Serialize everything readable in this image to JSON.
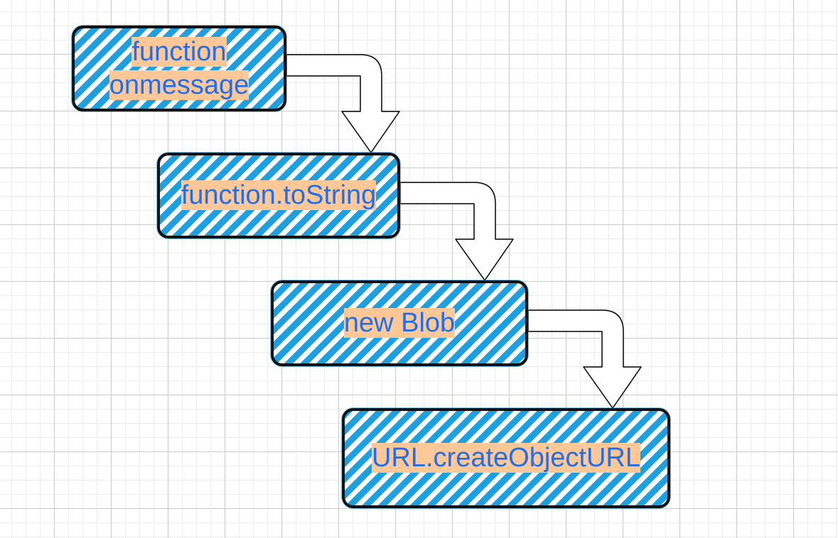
{
  "diagram": {
    "nodes": [
      {
        "id": "onmessage",
        "lines": [
          "function",
          "onmessage"
        ]
      },
      {
        "id": "tostring",
        "lines": [
          "function.toString"
        ]
      },
      {
        "id": "blob",
        "lines": [
          "new Blob"
        ]
      },
      {
        "id": "createobjecturl",
        "lines": [
          "URL.createObjectURL"
        ]
      }
    ],
    "edges": [
      {
        "from": "onmessage",
        "to": "tostring"
      },
      {
        "from": "tostring",
        "to": "blob"
      },
      {
        "from": "blob",
        "to": "createobjecturl"
      }
    ]
  },
  "colors": {
    "stripe": "#1e9fe0",
    "label_text": "#1e6ff0",
    "label_highlight": "#ffc896",
    "border": "#111111"
  }
}
